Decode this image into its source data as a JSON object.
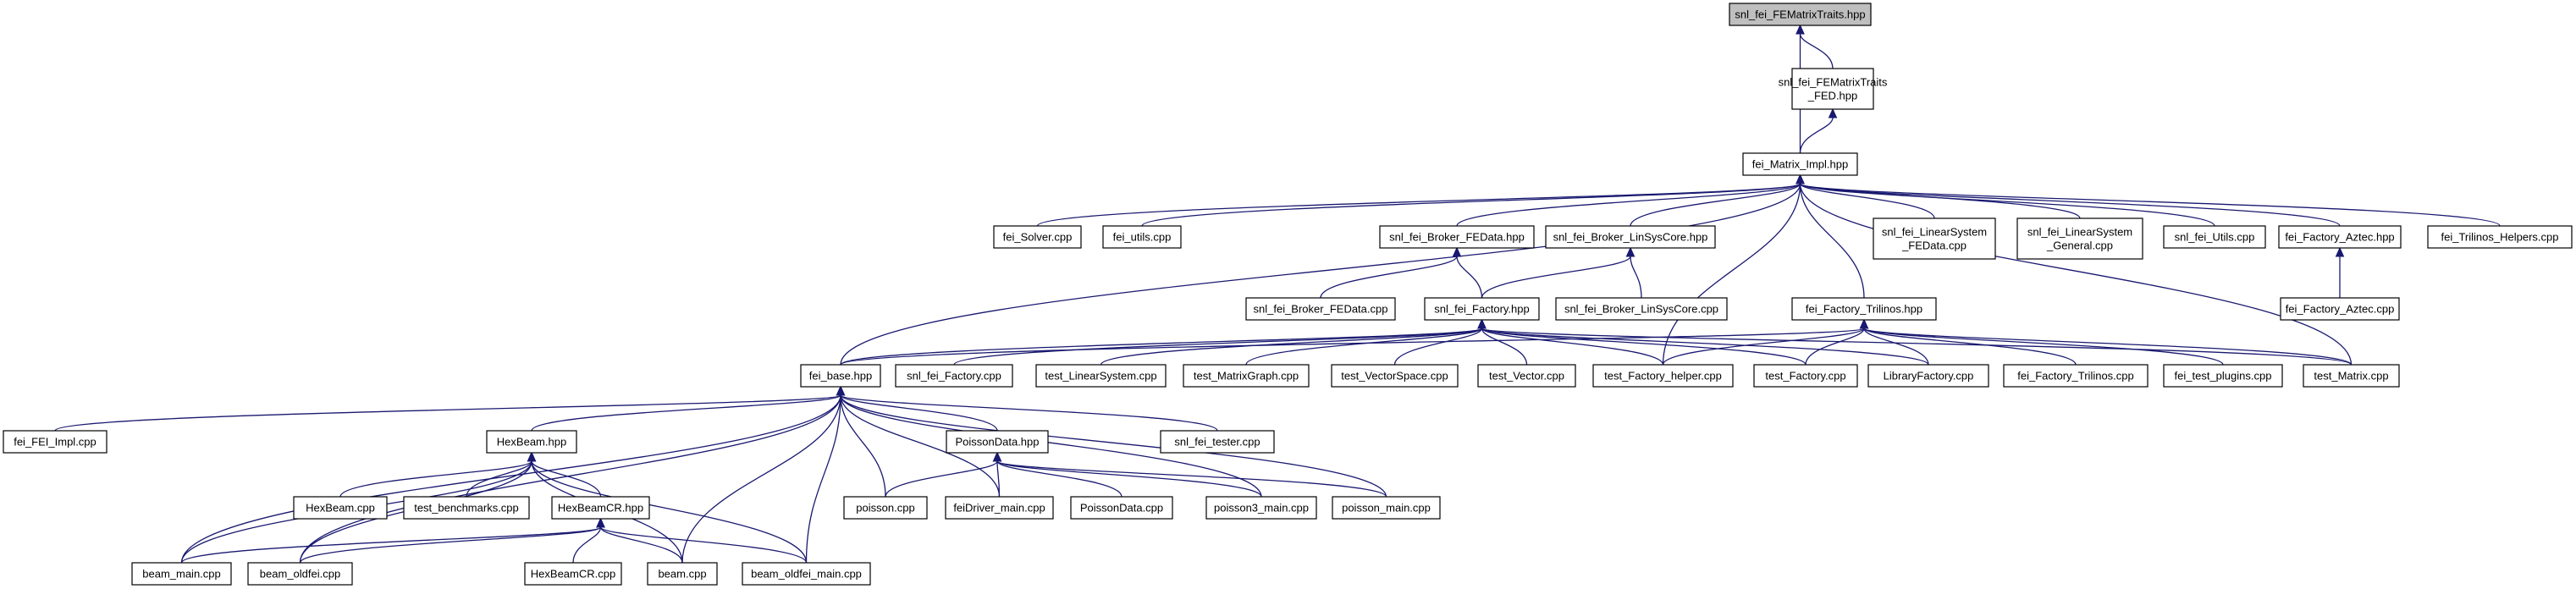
{
  "title": "snl_fei_FEMatrixTraits.hpp include dependency graph",
  "colors": {
    "edge": "#191970",
    "node_border": "#000000",
    "root_fill": "#bfbfbf",
    "node_fill": "#ffffff"
  },
  "nodes": [
    {
      "id": "root",
      "lines": [
        "snl_fei_FEMatrixTraits.hpp"
      ]
    },
    {
      "id": "fed",
      "lines": [
        "snl_fei_FEMatrixTraits",
        "_FED.hpp"
      ]
    },
    {
      "id": "matimpl",
      "lines": [
        "fei_Matrix_Impl.hpp"
      ]
    },
    {
      "id": "solver",
      "lines": [
        "fei_Solver.cpp"
      ]
    },
    {
      "id": "utils",
      "lines": [
        "fei_utils.cpp"
      ]
    },
    {
      "id": "brokerfedh",
      "lines": [
        "snl_fei_Broker_FEData.hpp"
      ]
    },
    {
      "id": "brokerlinh",
      "lines": [
        "snl_fei_Broker_LinSysCore.hpp"
      ]
    },
    {
      "id": "lsfed",
      "lines": [
        "snl_fei_LinearSystem",
        "_FEData.cpp"
      ]
    },
    {
      "id": "lsgen",
      "lines": [
        "snl_fei_LinearSystem",
        "_General.cpp"
      ]
    },
    {
      "id": "snlutils",
      "lines": [
        "snl_fei_Utils.cpp"
      ]
    },
    {
      "id": "aztech",
      "lines": [
        "fei_Factory_Aztec.hpp"
      ]
    },
    {
      "id": "trihelpers",
      "lines": [
        "fei_Trilinos_Helpers.cpp"
      ]
    },
    {
      "id": "brokerfedc",
      "lines": [
        "snl_fei_Broker_FEData.cpp"
      ]
    },
    {
      "id": "factoryh",
      "lines": [
        "snl_fei_Factory.hpp"
      ]
    },
    {
      "id": "brokerlinc",
      "lines": [
        "snl_fei_Broker_LinSysCore.cpp"
      ]
    },
    {
      "id": "trilinosh",
      "lines": [
        "fei_Factory_Trilinos.hpp"
      ]
    },
    {
      "id": "aztecc",
      "lines": [
        "fei_Factory_Aztec.cpp"
      ]
    },
    {
      "id": "base",
      "lines": [
        "fei_base.hpp"
      ]
    },
    {
      "id": "factoryc",
      "lines": [
        "snl_fei_Factory.cpp"
      ]
    },
    {
      "id": "testls",
      "lines": [
        "test_LinearSystem.cpp"
      ]
    },
    {
      "id": "testmg",
      "lines": [
        "test_MatrixGraph.cpp"
      ]
    },
    {
      "id": "testvs",
      "lines": [
        "test_VectorSpace.cpp"
      ]
    },
    {
      "id": "testvec",
      "lines": [
        "test_Vector.cpp"
      ]
    },
    {
      "id": "testfh",
      "lines": [
        "test_Factory_helper.cpp"
      ]
    },
    {
      "id": "testfac",
      "lines": [
        "test_Factory.cpp"
      ]
    },
    {
      "id": "libfac",
      "lines": [
        "LibraryFactory.cpp"
      ]
    },
    {
      "id": "trilinosc",
      "lines": [
        "fei_Factory_Trilinos.cpp"
      ]
    },
    {
      "id": "plugins",
      "lines": [
        "fei_test_plugins.cpp"
      ]
    },
    {
      "id": "testmat",
      "lines": [
        "test_Matrix.cpp"
      ]
    },
    {
      "id": "feiimpl",
      "lines": [
        "fei_FEI_Impl.cpp"
      ]
    },
    {
      "id": "hexbeamh",
      "lines": [
        "HexBeam.hpp"
      ]
    },
    {
      "id": "poissondatah",
      "lines": [
        "PoissonData.hpp"
      ]
    },
    {
      "id": "tester",
      "lines": [
        "snl_fei_tester.cpp"
      ]
    },
    {
      "id": "hexbeamc",
      "lines": [
        "HexBeam.cpp"
      ]
    },
    {
      "id": "bench",
      "lines": [
        "test_benchmarks.cpp"
      ]
    },
    {
      "id": "hexbeamcrh",
      "lines": [
        "HexBeamCR.hpp"
      ]
    },
    {
      "id": "poissonc",
      "lines": [
        "poisson.cpp"
      ]
    },
    {
      "id": "feidriver",
      "lines": [
        "feiDriver_main.cpp"
      ]
    },
    {
      "id": "poissondatac",
      "lines": [
        "PoissonData.cpp"
      ]
    },
    {
      "id": "poisson3",
      "lines": [
        "poisson3_main.cpp"
      ]
    },
    {
      "id": "poissonmain",
      "lines": [
        "poisson_main.cpp"
      ]
    },
    {
      "id": "beammain",
      "lines": [
        "beam_main.cpp"
      ]
    },
    {
      "id": "beamoldfei",
      "lines": [
        "beam_oldfei.cpp"
      ]
    },
    {
      "id": "hexbeamcrc",
      "lines": [
        "HexBeamCR.cpp"
      ]
    },
    {
      "id": "beamc",
      "lines": [
        "beam.cpp"
      ]
    },
    {
      "id": "beamoldfeimain",
      "lines": [
        "beam_oldfei_main.cpp"
      ]
    }
  ],
  "edges": [
    [
      "fed",
      "root"
    ],
    [
      "matimpl",
      "root"
    ],
    [
      "matimpl",
      "fed"
    ],
    [
      "solver",
      "matimpl"
    ],
    [
      "utils",
      "matimpl"
    ],
    [
      "brokerfedh",
      "matimpl"
    ],
    [
      "brokerlinh",
      "matimpl"
    ],
    [
      "lsfed",
      "matimpl"
    ],
    [
      "lsgen",
      "matimpl"
    ],
    [
      "snlutils",
      "matimpl"
    ],
    [
      "aztech",
      "matimpl"
    ],
    [
      "trihelpers",
      "matimpl"
    ],
    [
      "trilinosh",
      "matimpl"
    ],
    [
      "testfh",
      "matimpl"
    ],
    [
      "testmat",
      "matimpl"
    ],
    [
      "base",
      "matimpl"
    ],
    [
      "brokerfedc",
      "brokerfedh"
    ],
    [
      "factoryh",
      "brokerfedh"
    ],
    [
      "factoryh",
      "brokerlinh"
    ],
    [
      "brokerlinc",
      "brokerlinh"
    ],
    [
      "aztecc",
      "aztech"
    ],
    [
      "base",
      "factoryh"
    ],
    [
      "factoryc",
      "factoryh"
    ],
    [
      "testls",
      "factoryh"
    ],
    [
      "testmg",
      "factoryh"
    ],
    [
      "testvs",
      "factoryh"
    ],
    [
      "testvec",
      "factoryh"
    ],
    [
      "testfh",
      "factoryh"
    ],
    [
      "testfac",
      "factoryh"
    ],
    [
      "libfac",
      "factoryh"
    ],
    [
      "testmat",
      "factoryh"
    ],
    [
      "base",
      "trilinosh"
    ],
    [
      "testfh",
      "trilinosh"
    ],
    [
      "testfac",
      "trilinosh"
    ],
    [
      "libfac",
      "trilinosh"
    ],
    [
      "trilinosc",
      "trilinosh"
    ],
    [
      "plugins",
      "trilinosh"
    ],
    [
      "testmat",
      "trilinosh"
    ],
    [
      "feiimpl",
      "base"
    ],
    [
      "hexbeamh",
      "base"
    ],
    [
      "poissondatah",
      "base"
    ],
    [
      "tester",
      "base"
    ],
    [
      "poissonc",
      "base"
    ],
    [
      "feidriver",
      "base"
    ],
    [
      "poisson3",
      "base"
    ],
    [
      "poissonmain",
      "base"
    ],
    [
      "beammain",
      "base"
    ],
    [
      "beamoldfei",
      "base"
    ],
    [
      "beamc",
      "base"
    ],
    [
      "beamoldfeimain",
      "base"
    ],
    [
      "hexbeamc",
      "hexbeamh"
    ],
    [
      "bench",
      "hexbeamh"
    ],
    [
      "hexbeamcrh",
      "hexbeamh"
    ],
    [
      "beammain",
      "hexbeamh"
    ],
    [
      "beamoldfei",
      "hexbeamh"
    ],
    [
      "beamc",
      "hexbeamh"
    ],
    [
      "beamoldfeimain",
      "hexbeamh"
    ],
    [
      "poissonc",
      "poissondatah"
    ],
    [
      "feidriver",
      "poissondatah"
    ],
    [
      "poissondatac",
      "poissondatah"
    ],
    [
      "poisson3",
      "poissondatah"
    ],
    [
      "poissonmain",
      "poissondatah"
    ],
    [
      "beammain",
      "hexbeamcrh"
    ],
    [
      "beamoldfei",
      "hexbeamcrh"
    ],
    [
      "hexbeamcrc",
      "hexbeamcrh"
    ],
    [
      "beamc",
      "hexbeamcrh"
    ],
    [
      "beamoldfeimain",
      "hexbeamcrh"
    ]
  ]
}
